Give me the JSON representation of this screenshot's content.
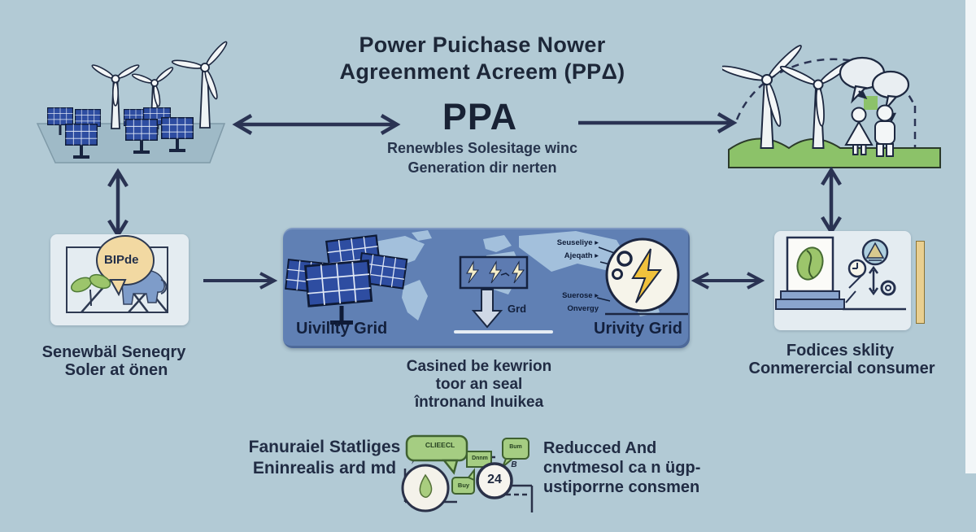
{
  "header": {
    "title_line1": "Power Puichase Nower",
    "title_line2": "Agreenment Acreem (PPΔ)",
    "acronym": "PPA",
    "subtitle_line1": "Renewbles Solesitage winc",
    "subtitle_line2": "Generation dir nerten"
  },
  "generator_box": {
    "bulb_text": "BIPde",
    "label_line1": "Senewbäl Seneqry",
    "label_line2": "Soler at önen"
  },
  "grid_box": {
    "left_label": "Uivility Grid",
    "right_label": "Urivity Grid",
    "grid_tag": "Grd",
    "circle_labels": [
      "Seuseliye ▸",
      "Ajeqath ▸",
      "Suerose ▸",
      "Onvergy"
    ]
  },
  "grid_caption": {
    "line1": "Casined be kewrion",
    "line2": "toor an seal",
    "line3": "întronand Inuikea"
  },
  "consumer_box": {
    "label_line1": "Fodices sklity",
    "label_line2": "Conmerercial consumer"
  },
  "benefits_left": {
    "line1": "Fanuraiel Statliges",
    "line2": "Eninrealis ard md"
  },
  "benefits_right": {
    "line1": "Reducced And",
    "line2": "cnvtmesol ca n ügp-",
    "line3": "ustiporrne consmen"
  },
  "badges": {
    "bubble_top": "CLIEECL",
    "tag_mid": "Dnnm",
    "bubble_right": "Bum",
    "bubble_left": "Buy",
    "counter": "24",
    "counter_sup": "B"
  },
  "palette": {
    "background": "#b2cad5",
    "ink": "#1e2940",
    "arrow_navy": "#2a3353",
    "grid_box_blue": "#6080b4",
    "map_blue": "#a9c6e0",
    "panel_blue": "#2e4da1",
    "grass_green": "#8cc269",
    "bubble_green": "#a5cd82",
    "balloon_tan": "#f2d9a2",
    "bolt_yellow": "#f0c13c",
    "bar_tan": "#e9cf90"
  }
}
